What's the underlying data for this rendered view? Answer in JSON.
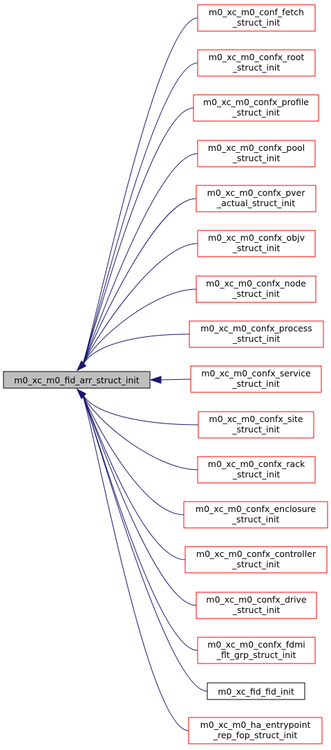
{
  "colors": {
    "background": "#ffffff",
    "root_fill": "#bfbfbf",
    "root_border": "#000000",
    "node_border_red": "#ff0000",
    "node_border_black": "#000000",
    "edge": "#191970",
    "text": "#000000"
  },
  "root": {
    "label": "m0_xc_m0_fid_arr_struct_init"
  },
  "callers": [
    {
      "lines": [
        "m0_xc_m0_conf_fetch",
        "_struct_init"
      ],
      "border": "red"
    },
    {
      "lines": [
        "m0_xc_m0_confx_root",
        "_struct_init"
      ],
      "border": "red"
    },
    {
      "lines": [
        "m0_xc_m0_confx_profile",
        "_struct_init"
      ],
      "border": "red"
    },
    {
      "lines": [
        "m0_xc_m0_confx_pool",
        "_struct_init"
      ],
      "border": "red"
    },
    {
      "lines": [
        "m0_xc_m0_confx_pver",
        "_actual_struct_init"
      ],
      "border": "red"
    },
    {
      "lines": [
        "m0_xc_m0_confx_objv",
        "_struct_init"
      ],
      "border": "red"
    },
    {
      "lines": [
        "m0_xc_m0_confx_node",
        "_struct_init"
      ],
      "border": "red"
    },
    {
      "lines": [
        "m0_xc_m0_confx_process",
        "_struct_init"
      ],
      "border": "red"
    },
    {
      "lines": [
        "m0_xc_m0_confx_service",
        "_struct_init"
      ],
      "border": "red"
    },
    {
      "lines": [
        "m0_xc_m0_confx_site",
        "_struct_init"
      ],
      "border": "red"
    },
    {
      "lines": [
        "m0_xc_m0_confx_rack",
        "_struct_init"
      ],
      "border": "red"
    },
    {
      "lines": [
        "m0_xc_m0_confx_enclosure",
        "_struct_init"
      ],
      "border": "red"
    },
    {
      "lines": [
        "m0_xc_m0_confx_controller",
        "_struct_init"
      ],
      "border": "red"
    },
    {
      "lines": [
        "m0_xc_m0_confx_drive",
        "_struct_init"
      ],
      "border": "red"
    },
    {
      "lines": [
        "m0_xc_m0_confx_fdmi",
        "_flt_grp_struct_init"
      ],
      "border": "red"
    },
    {
      "lines": [
        "m0_xc_fid_fid_init"
      ],
      "border": "black"
    },
    {
      "lines": [
        "m0_xc_m0_ha_entrypoint",
        "_rep_fop_struct_init"
      ],
      "border": "red"
    }
  ]
}
